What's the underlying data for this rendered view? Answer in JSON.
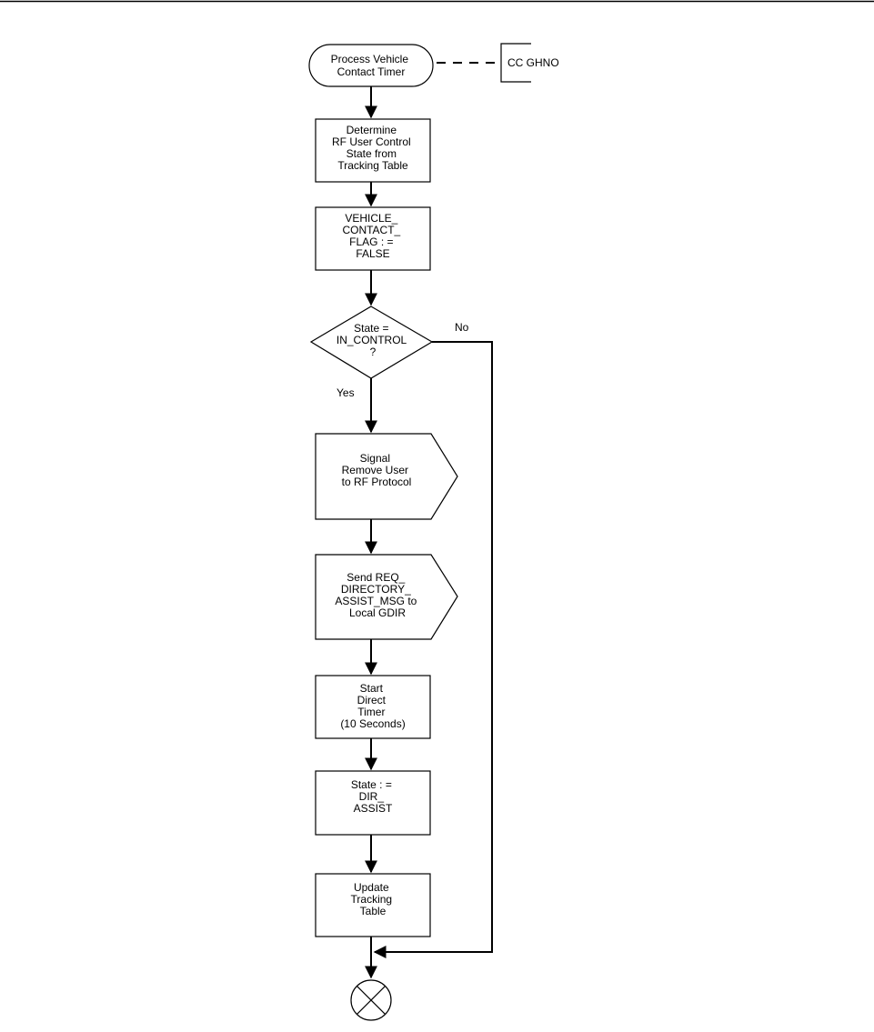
{
  "nodes": {
    "start": {
      "lines": [
        "Process Vehicle",
        "Contact Timer"
      ]
    },
    "annotation": {
      "lines": [
        "CC GHNO"
      ]
    },
    "determine": {
      "lines": [
        "Determine",
        "RF User Control",
        "State from",
        "Tracking Table"
      ]
    },
    "set_flag": {
      "lines": [
        "VEHICLE_",
        "CONTACT_",
        "FLAG : =",
        "FALSE"
      ]
    },
    "decision": {
      "lines": [
        "State =",
        "IN_CONTROL",
        "?"
      ]
    },
    "signal_remove": {
      "lines": [
        "Signal",
        "Remove User",
        "to RF Protocol"
      ]
    },
    "send_req": {
      "lines": [
        "Send REQ_",
        "DIRECTORY_",
        "ASSIST_MSG to",
        "Local GDIR"
      ]
    },
    "start_timer": {
      "lines": [
        "Start",
        "Direct",
        "Timer",
        "(10 Seconds)"
      ]
    },
    "set_state": {
      "lines": [
        "State : =",
        "DIR_",
        "ASSIST"
      ]
    },
    "update_table": {
      "lines": [
        "Update",
        "Tracking",
        "Table"
      ]
    }
  },
  "edges": {
    "yes_label": "Yes",
    "no_label": "No"
  }
}
